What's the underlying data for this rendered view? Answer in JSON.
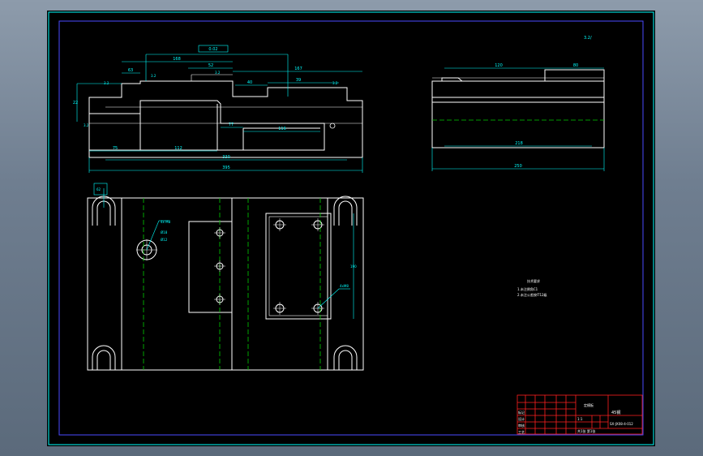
{
  "colors": {
    "viewport_bg": "#8d9bab",
    "sheet_bg": "#000000",
    "outer_border": "#00ffff",
    "inner_border": "#4a4aff",
    "geometry": "#ffffff",
    "centerline": "#00cc00",
    "dimension": "#00ffff",
    "title_grid": "#ff2020",
    "title_text": "#ffffff"
  },
  "top_view": {
    "dims": {
      "d_top_tol": "0.02",
      "d_168": "168",
      "d_52": "52",
      "d_167": "167",
      "d_63": "63",
      "d_40": "40",
      "d_39": "39",
      "d_77": "77",
      "d_116": "116",
      "d_75": "75",
      "d_112": "112",
      "d_330": "330",
      "d_395": "395",
      "d_22": "22"
    },
    "roughness": [
      "3.2",
      "3.2",
      "3.2",
      "3.2",
      "3.2"
    ]
  },
  "side_view": {
    "dims": {
      "d_120": "120",
      "d_80": "80",
      "d_218": "218",
      "d_250": "250"
    }
  },
  "front_view": {
    "dims": {
      "d_62": "62",
      "d_190": "190",
      "d_hole_a": "4x M8",
      "d_hole_b": "Ø18",
      "d_hole_c": "Ø12",
      "d_hole_d": "4xM8"
    }
  },
  "roughness_mark": "3.2/",
  "notes": {
    "heading": "技术要求",
    "line1": "1.未注倒角C1",
    "line2": "2.未注公差按IT12级"
  },
  "title_block": {
    "part_name": "定模板",
    "drawing_no": "SX-JX08-4-012",
    "material": "45钢",
    "scale": "1:1",
    "sheet": "共1张 第1张",
    "rows": [
      "标记",
      "设计",
      "审核",
      "工艺"
    ]
  }
}
